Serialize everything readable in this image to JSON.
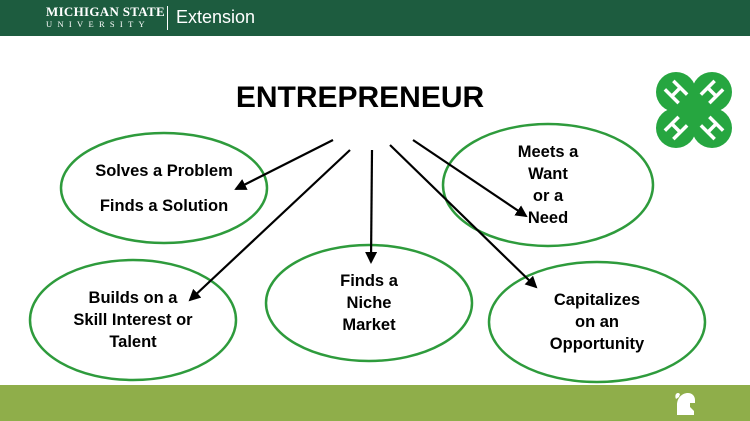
{
  "header": {
    "logo_line1": "MICHIGAN STATE",
    "logo_line2": "UNIVERSITY",
    "unit_name": "Extension"
  },
  "colors": {
    "header_bg": "#1d5c3f",
    "footer_bg": "#8fae4a",
    "bubble_outline": "#2e9b3c",
    "clover_green": "#26a640"
  },
  "diagram": {
    "title": "ENTREPRENEUR",
    "bubbles": [
      {
        "id": "problem",
        "lines": [
          "Solves a Problem",
          "",
          "Finds a Solution"
        ]
      },
      {
        "id": "want",
        "lines": [
          "Meets a",
          "Want",
          "or a",
          "Need"
        ]
      },
      {
        "id": "skill",
        "lines": [
          "Builds on a",
          "Skill Interest or",
          "Talent"
        ]
      },
      {
        "id": "niche",
        "lines": [
          "Finds a",
          "Niche",
          "Market"
        ]
      },
      {
        "id": "opportunity",
        "lines": [
          "Capitalizes",
          "on an",
          "Opportunity"
        ]
      }
    ]
  },
  "icons": {
    "clover": "4-h-clover-icon",
    "spartan": "spartan-helmet-icon"
  }
}
